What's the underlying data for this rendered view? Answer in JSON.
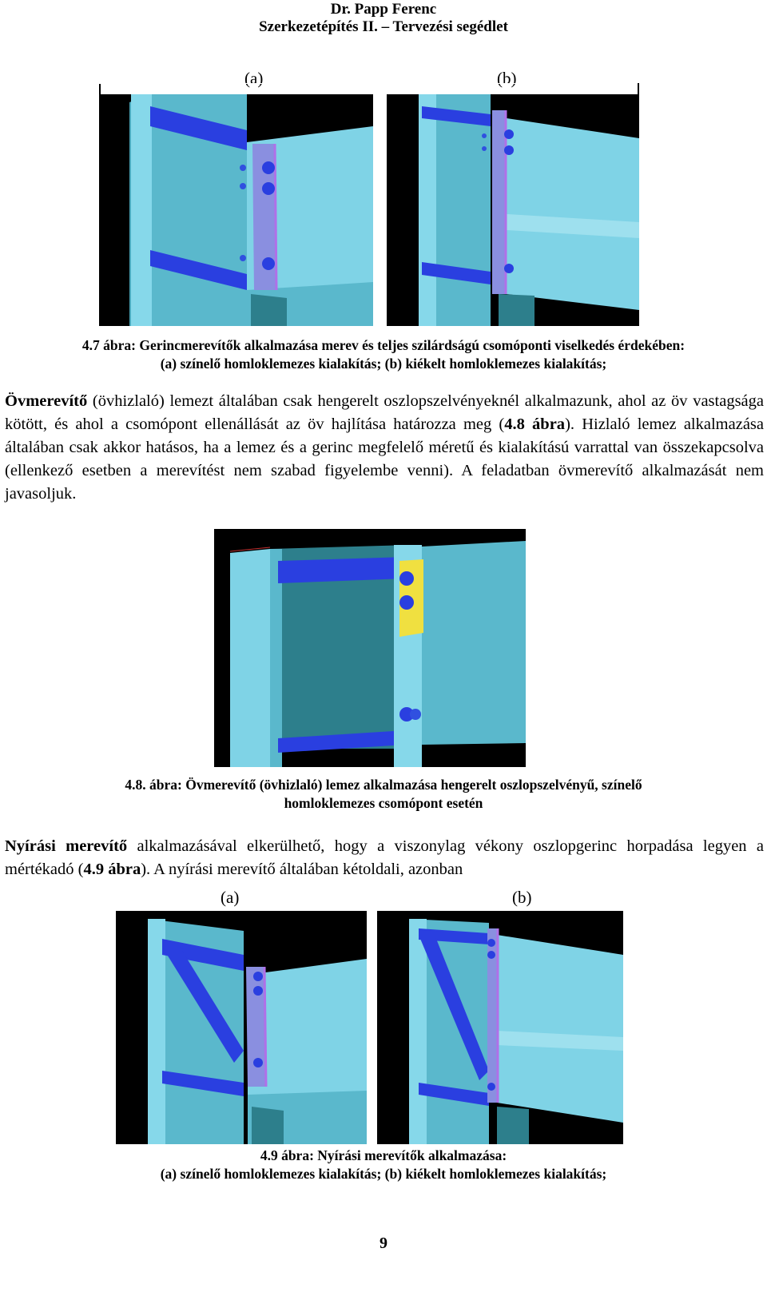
{
  "header": {
    "author": "Dr. Papp Ferenc",
    "course": "Szerkezetépítés II. – Tervezési segédlet"
  },
  "fig47": {
    "label_a": "(a)",
    "label_b": "(b)",
    "caption_line1": "4.7 ábra: Gerincmerevítők alkalmazása merev és teljes szilárdságú csomóponti viselkedés érdekében:",
    "caption_line2": "(a) színelő homloklemezes kialakítás; (b) kiékelt homloklemezes kialakítás;"
  },
  "para1": {
    "lead": "Övmerevítő",
    "text1": " (övhizlaló) lemezt általában csak hengerelt oszlopszelvényeknél alkalmazunk, ahol az öv vastagsága kötött, és ahol a csomópont ellenállását az öv hajlítása határozza meg (",
    "ref": "4.8 ábra",
    "text2": "). Hizlaló lemez alkalmazása általában csak akkor hatásos, ha a lemez és a gerinc megfelelő méretű és kialakítású varrattal van összekapcsolva (ellenkező esetben a merevítést nem szabad figyelembe venni). A feladatban övmerevítő alkalmazását nem javasoljuk."
  },
  "fig48": {
    "caption_line1": "4.8. ábra: Övmerevítő (övhizlaló) lemez alkalmazása hengerelt oszlopszelvényű, színelő",
    "caption_line2": "homloklemezes csomópont esetén"
  },
  "para2": {
    "lead": "Nyírási merevítő",
    "text1": " alkalmazásával elkerülhető, hogy a viszonylag vékony oszlopgerinc horpadása legyen a mértékadó (",
    "ref": "4.9 ábra",
    "text2": "). A nyírási merevítő általában kétoldali, azonban"
  },
  "fig49": {
    "label_a": "(a)",
    "label_b": "(b)",
    "caption_line1": "4.9 ábra: Nyírási merevítők alkalmazása:",
    "caption_line2": "(a) színelő homloklemezes kialakítás; (b) kiékelt homloklemezes kialakítás;"
  },
  "page_number": "9",
  "colors": {
    "steel_light": "#7fd3e6",
    "steel_mid": "#5ab8cc",
    "steel_dark": "#2d7f8c",
    "stiffener_blue": "#2a3fe0",
    "plate_violet": "#b070e8",
    "plate_yellow": "#f0e040",
    "background_black": "#000000"
  }
}
